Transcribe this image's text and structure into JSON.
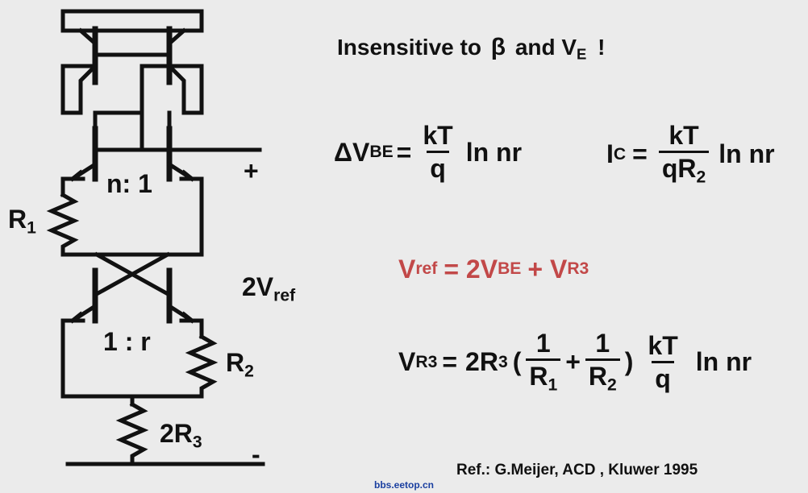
{
  "labels": {
    "ratio_top": "n: 1",
    "ratio_bottom": "1 : r",
    "plus": "+",
    "minus": "-",
    "r1": "R",
    "r1_sub": "1",
    "r2": "R",
    "r2_sub": "2",
    "r3": "2R",
    "r3_sub": "3",
    "vref_prefix": "2V",
    "vref_sub": "ref"
  },
  "headline": {
    "text1": "Insensitive to",
    "beta": "β",
    "text2": "and V",
    "sub": "E",
    "bang": "!"
  },
  "eq1": {
    "lhs": "ΔV",
    "lhs_sub": "BE",
    "eq": "=",
    "num": "kT",
    "den": "q",
    "tail": "ln nr"
  },
  "eq2": {
    "lhs": "I",
    "lhs_sub": "C",
    "eq": "=",
    "num": "kT",
    "den": "qR",
    "den_sub": "2",
    "tail": "ln nr"
  },
  "eq3": {
    "v": "V",
    "v_sub": "ref",
    "mid": "= 2V",
    "mid_sub": "BE",
    "plus": "+ V",
    "end_sub": "R3",
    "color": "#c24848"
  },
  "eq4": {
    "lhs": "V",
    "lhs_sub": "R3",
    "eq": "=",
    "coef": "2R",
    "coef_sub": "3",
    "lparen": "(",
    "f1_num": "1",
    "f1_den": "R",
    "f1_den_sub": "1",
    "plus": "+",
    "f2_num": "1",
    "f2_den": "R",
    "f2_den_sub": "2",
    "rparen": ")",
    "kt_num": "kT",
    "kt_den": "q",
    "tail": "ln nr"
  },
  "reference": "Ref.: G.Meijer, ACD , Kluwer 1995",
  "watermark": "bbs.eetop.cn"
}
